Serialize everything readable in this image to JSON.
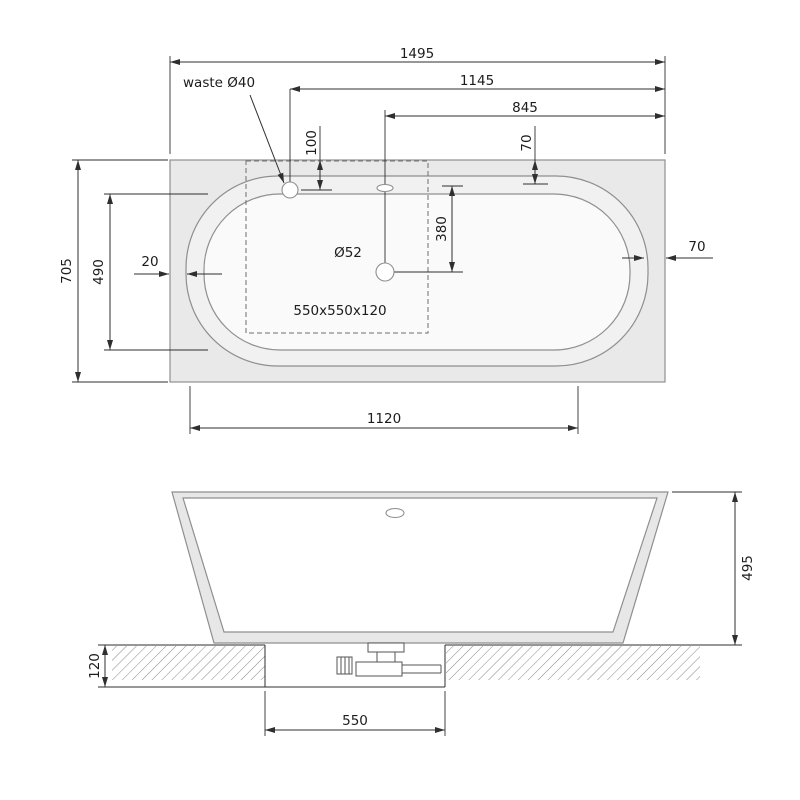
{
  "drawing": {
    "type": "bathtub technical drawing, top and side view",
    "colors": {
      "line": "#2f2f2f",
      "body_outline": "#8f8f8f",
      "body_fill": "#e9e9e9",
      "rim_fill": "#f1f1f1",
      "basin_fill": "#fafafa",
      "background": "#ffffff"
    },
    "top_view": {
      "dims": {
        "overall_length": "1495",
        "waste_to_right": "1145",
        "drain_to_right": "845",
        "waste_from_top": "100",
        "rim_inset_top": "70",
        "overall_width": "705",
        "inner_width": "490",
        "rim_inset_left": "20",
        "drain_from_top": "380",
        "rim_inset_right": "70",
        "inner_length": "1120"
      },
      "labels": {
        "waste": "waste Ø40",
        "drain": "Ø52",
        "support_base": "550x550x120"
      }
    },
    "side_view": {
      "dims": {
        "height": "495",
        "recess_height": "120",
        "base_width": "550"
      }
    }
  }
}
